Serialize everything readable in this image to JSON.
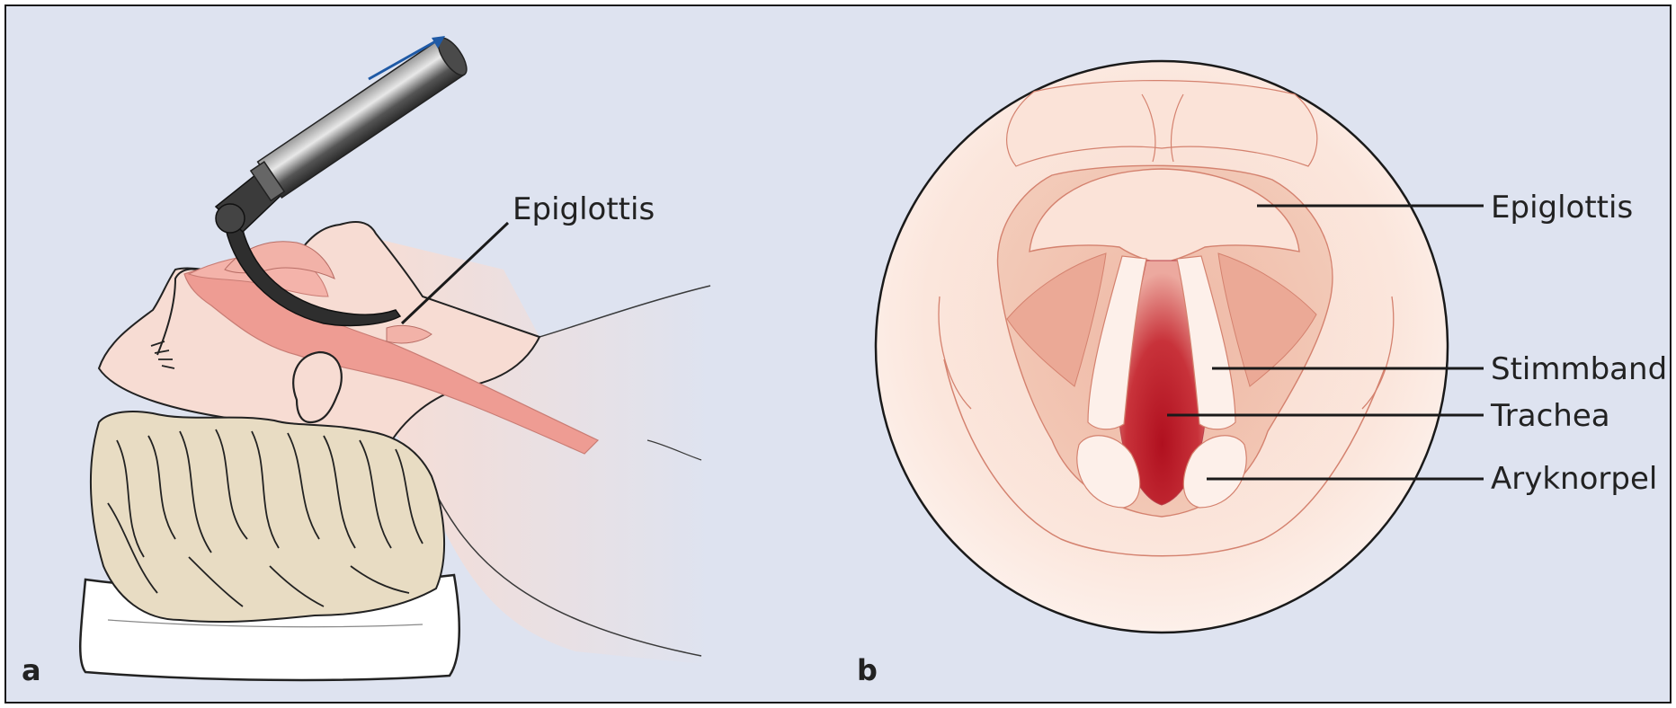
{
  "panel_a": {
    "letter": "a",
    "labels": {
      "epiglottis": "Epiglottis"
    }
  },
  "panel_b": {
    "letter": "b",
    "labels": {
      "epiglottis": "Epiglottis",
      "stimmband": "Stimmband",
      "trachea": "Trachea",
      "aryknorpel": "Aryknorpel"
    }
  },
  "colors": {
    "background": "#dee3f0",
    "frame": "#1a1a1a",
    "skin": "#f7dcd3",
    "airway": "#ee9c93",
    "hair": "#e8dcc3",
    "pillow": "#ffffff",
    "blade": "#2e2e2e",
    "handle": "#555555",
    "arrow": "#1f5aa6",
    "trachea": "#c3242f",
    "mucosa": "#f3c7b4"
  }
}
